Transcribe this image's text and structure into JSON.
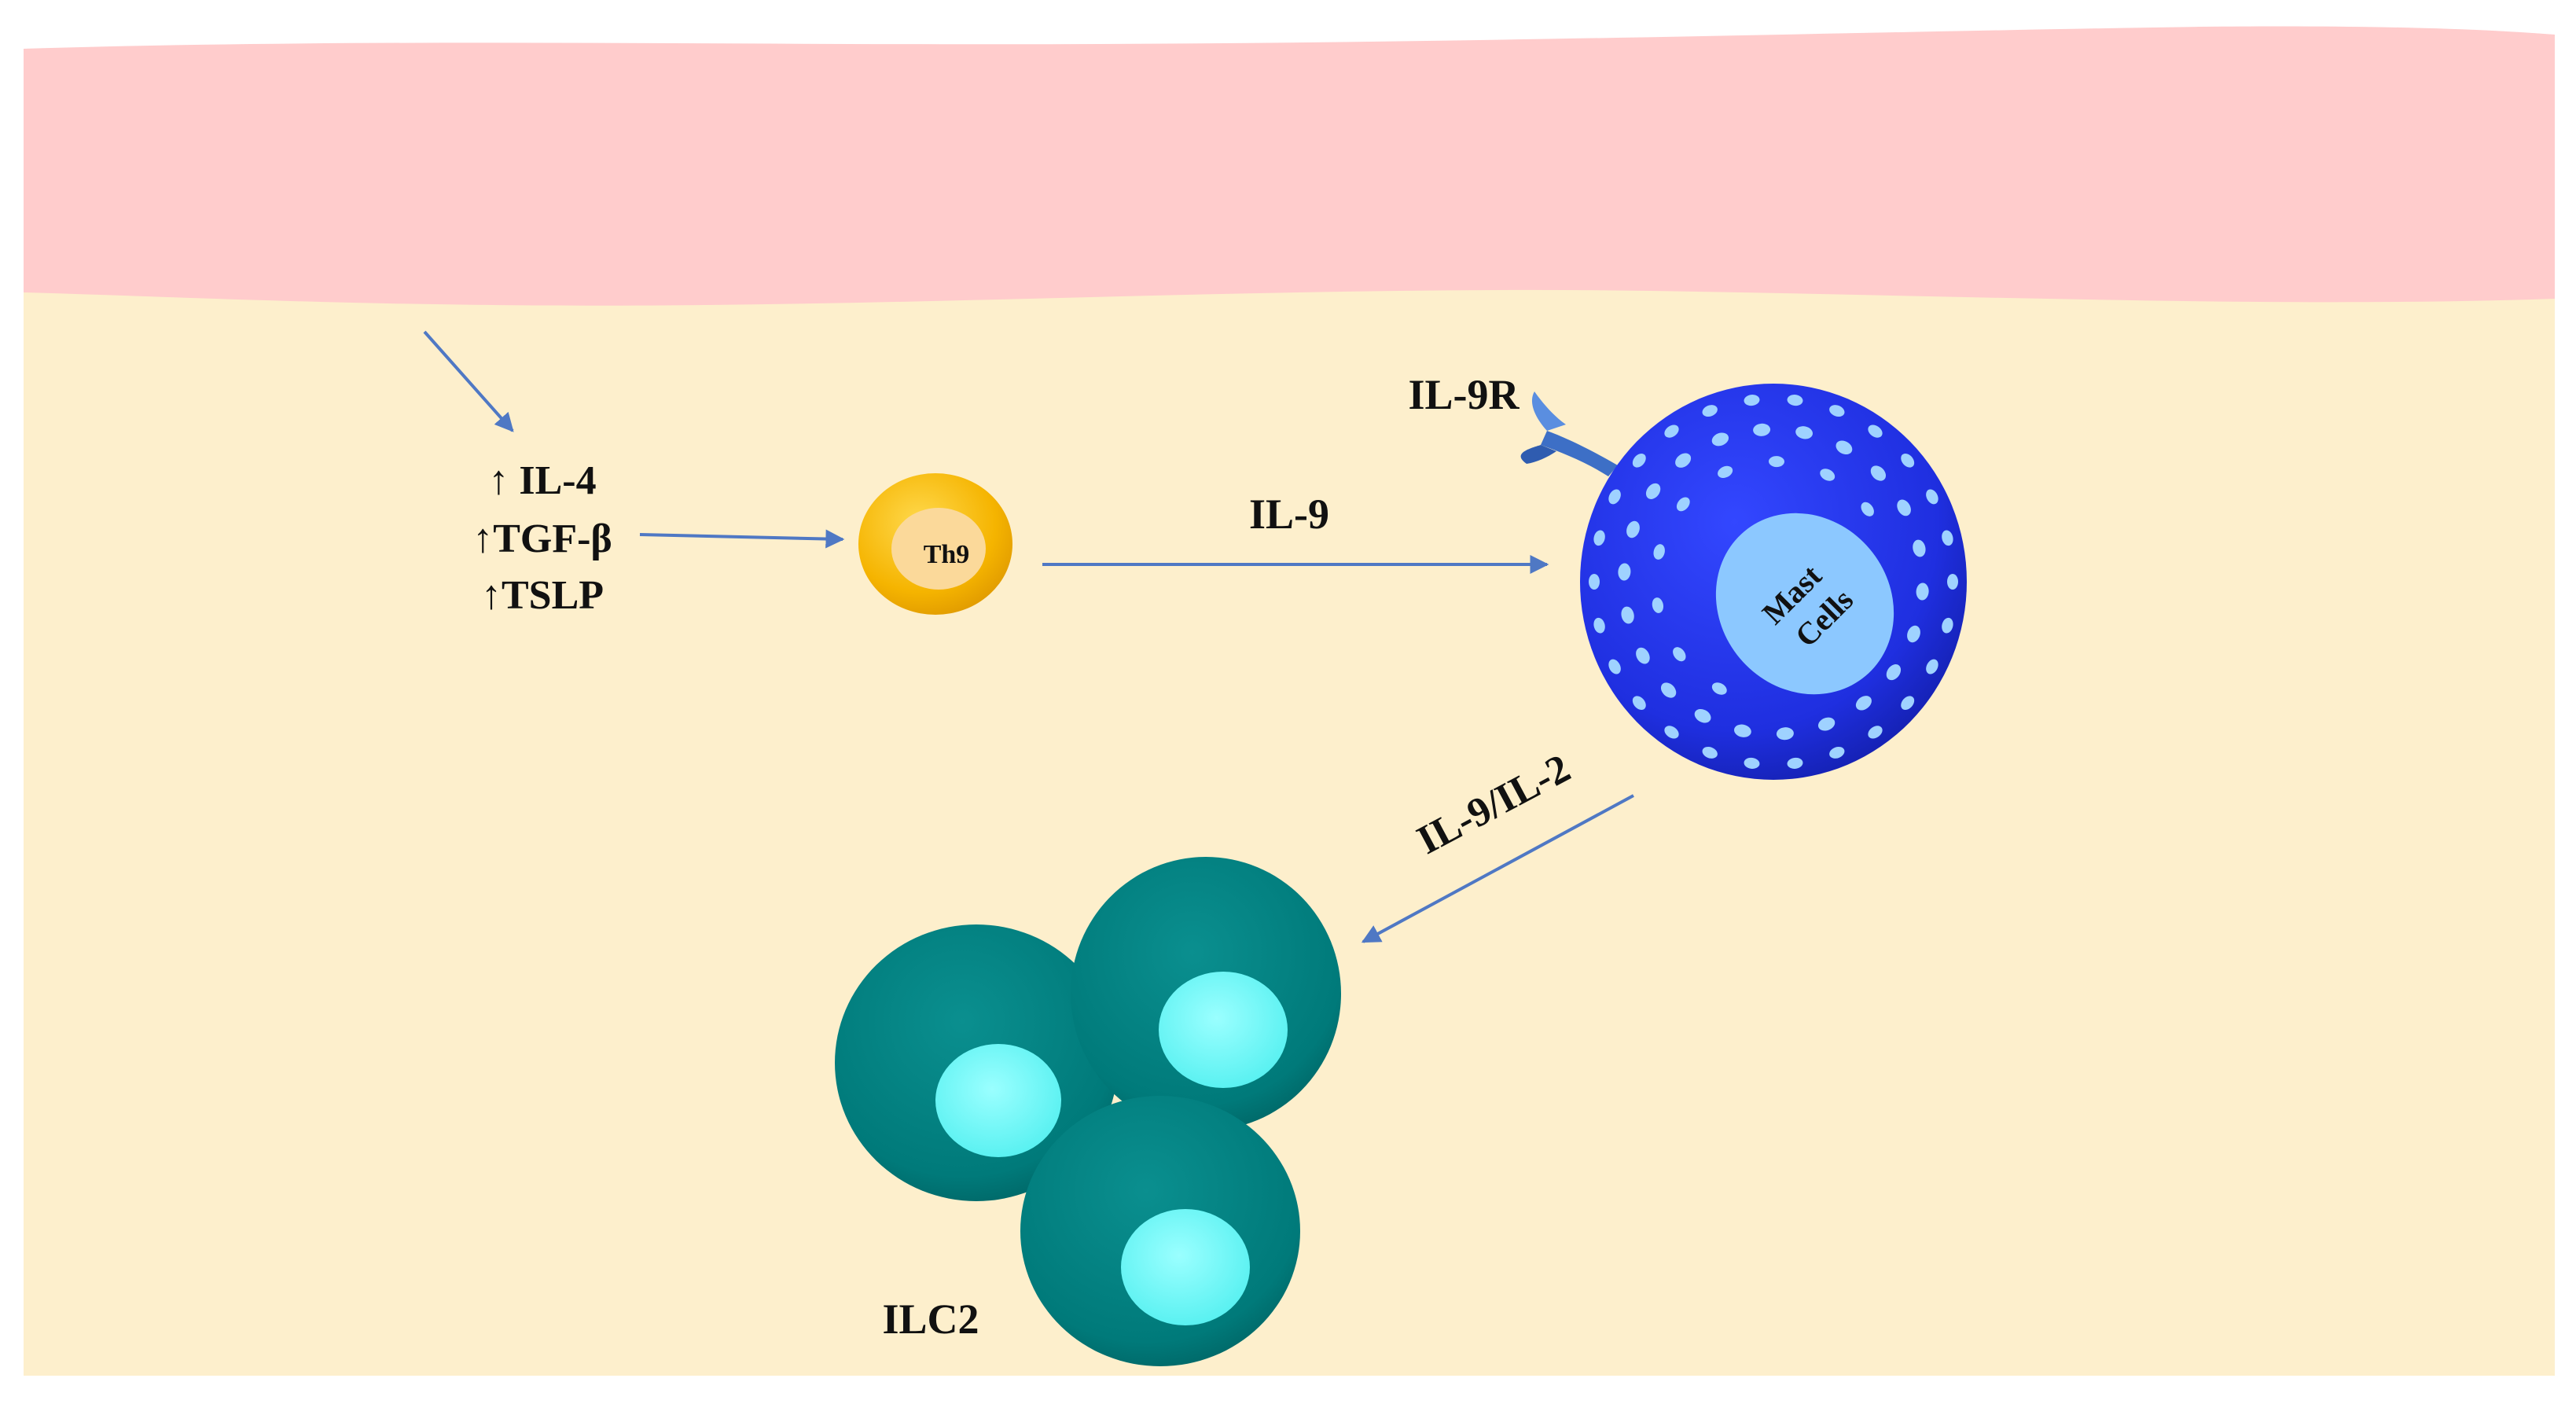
{
  "cytokines": {
    "il4": "↑ IL-4",
    "tgfb": "↑TGF-β",
    "tslp": "↑TSLP"
  },
  "cells": {
    "th9": "Th9",
    "mast_line1": "Mast",
    "mast_line2": "Cells",
    "ilc2": "ILC2"
  },
  "labels": {
    "il9": "IL-9",
    "il9r": "IL-9R",
    "il9_il2": "IL-9/IL-2"
  },
  "colors": {
    "epithelium": "#ffcccc",
    "tissue": "#fdefcc",
    "arrow": "#4f78c4",
    "th9_outer": "#f5b400",
    "th9_inner": "#fbd99a",
    "mast_outer": "#1f2fe0",
    "mast_nucleus": "#8cc8ff",
    "ilc2_cell": "#007a7a",
    "ilc2_nucleus": "#66ffff"
  }
}
